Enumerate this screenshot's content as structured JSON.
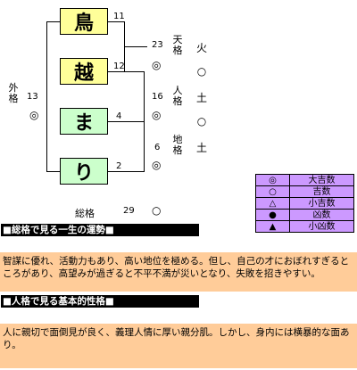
{
  "name_chars": [
    {
      "char": "鳥",
      "strokes": "11",
      "color": "#ffff99"
    },
    {
      "char": "越",
      "strokes": "12",
      "color": "#ffff99"
    },
    {
      "char": "ま",
      "strokes": "4",
      "color": "#ccffcc"
    },
    {
      "char": "り",
      "strokes": "2",
      "color": "#ccffcc"
    }
  ],
  "gaikaku": {
    "label": "外格",
    "number": "13",
    "symbol": "◎"
  },
  "kakusu": [
    {
      "label": "天格",
      "number": "23",
      "symbol": "◎",
      "element": "火"
    },
    {
      "label": "人格",
      "number": "16",
      "symbol": "◎",
      "element": "土"
    },
    {
      "label": "地格",
      "number": "6",
      "symbol": "◎",
      "element": "土"
    }
  ],
  "element_links": [
    "○",
    "○"
  ],
  "soukaku": {
    "label": "総格",
    "number": "29",
    "symbol": "○"
  },
  "legend": [
    {
      "symbol": "◎",
      "label": "大吉数"
    },
    {
      "symbol": "○",
      "label": "吉数"
    },
    {
      "symbol": "△",
      "label": "小吉数"
    },
    {
      "symbol": "●",
      "label": "凶数"
    },
    {
      "symbol": "▲",
      "label": "小凶数"
    }
  ],
  "sections": [
    {
      "title": "■総格で見る一生の運勢■",
      "text": "智謀に優れ、活動力もあり、高い地位を極める。但し、自己の才におぼれすぎるところがあり、高望みが過ぎると不平不満が災いとなり、失敗を招きやすい。"
    },
    {
      "title": "■人格で見る基本的性格■",
      "text": "人に親切で面倒見が良く、義理人情に厚い親分肌。しかし、身内には横暴的な面あり。"
    }
  ]
}
